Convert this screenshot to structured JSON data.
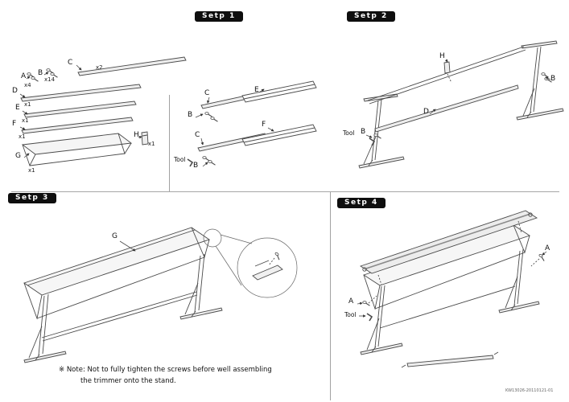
{
  "meta": {
    "doc_code": "KW13026-20110121-01"
  },
  "colors": {
    "badge_bg": "#0e0e0e",
    "badge_text": "#ffffff",
    "line": "#4a4a4a"
  },
  "badges": {
    "step1": "Setp 1",
    "step2": "Setp 2",
    "step3": "Setp 3",
    "step4": "Setp 4"
  },
  "step1": {
    "parts": {
      "a": {
        "id": "A",
        "qty": "x4"
      },
      "b": {
        "id": "B",
        "qty": "x14"
      },
      "c": {
        "id": "C",
        "qty": "x2"
      },
      "d": {
        "id": "D",
        "qty": "x1"
      },
      "e": {
        "id": "E",
        "qty": "x1"
      },
      "f": {
        "id": "F",
        "qty": "x1"
      },
      "g": {
        "id": "G",
        "qty": "x1"
      },
      "h": {
        "id": "H",
        "qty": "x1"
      }
    },
    "assembly": {
      "c_top": "C",
      "b_top": "B",
      "e": "E",
      "c_bottom": "C",
      "f": "F",
      "tool": "Tool",
      "b_bottom": "B"
    }
  },
  "step2": {
    "labels": {
      "h": "H",
      "b_right": "B",
      "d": "D",
      "tool": "Tool",
      "b_tool": "B"
    }
  },
  "step3": {
    "labels": {
      "g": "G"
    },
    "note_line1": "※ Note: Not to fully tighten the screws before well assembling",
    "note_line2": "the trimmer onto the stand."
  },
  "step4": {
    "labels": {
      "a_right": "A",
      "a_left": "A",
      "tool": "Tool"
    }
  }
}
